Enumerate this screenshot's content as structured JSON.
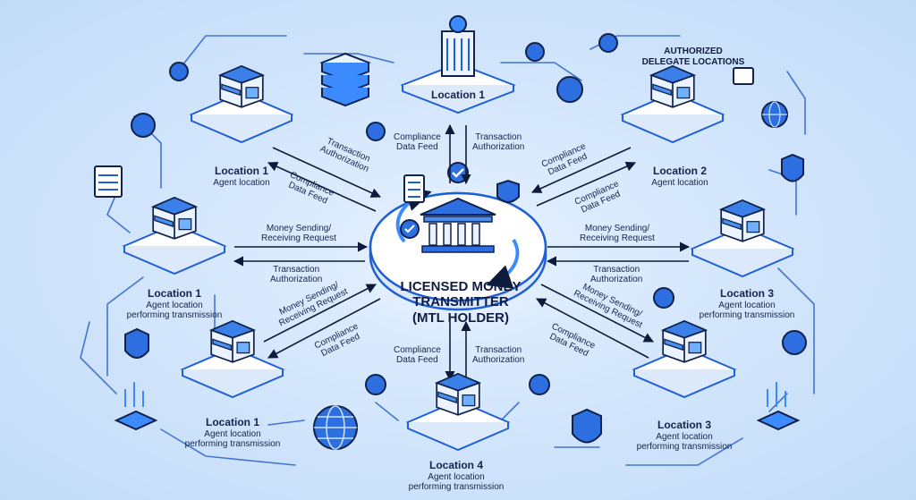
{
  "colors": {
    "primary": "#1f5fd6",
    "accent": "#3b8bff",
    "platform": "#ffffff",
    "line": "#0d1b3a",
    "bg": "#cfe3fb"
  },
  "center": {
    "line1": "LICENSED MONEY",
    "line2": "TRANSMITTER",
    "line3": "(MTL HOLDER)",
    "icon": "bank-building-icon"
  },
  "header": {
    "line1": "AUTHORIZED",
    "line2": "DELEGATE LOCATIONS"
  },
  "locations": [
    {
      "name": "Location 1",
      "desc1": "",
      "desc2": ""
    },
    {
      "name": "Location 1",
      "desc1": "Agent location",
      "desc2": ""
    },
    {
      "name": "Location 2",
      "desc1": "Agent location",
      "desc2": ""
    },
    {
      "name": "Location 1",
      "desc1": "Agent location",
      "desc2": "performing transmission"
    },
    {
      "name": "Location 3",
      "desc1": "Agent location",
      "desc2": "performing transmission"
    },
    {
      "name": "Location 1",
      "desc1": "Agent location",
      "desc2": "performing transmission"
    },
    {
      "name": "Location 3",
      "desc1": "Agent location",
      "desc2": "performing transmission"
    },
    {
      "name": "Location 4",
      "desc1": "Agent location",
      "desc2": "performing transmission"
    }
  ],
  "flows": {
    "top_left_transaction": "Transaction\nAuthorization",
    "top_left_compliance": "Compliance\nData Feed",
    "top_compliance": "Compliance\nData Feed",
    "top_transaction": "Transaction\nAuthorization",
    "top_right_compliance_a": "Compliance\nData Feed",
    "top_right_compliance_b": "Compliance\nData Feed",
    "left_money": "Money Sending/\nReceiving Request",
    "left_transaction": "Transaction\nAuthorization",
    "right_money": "Money Sending/\nReceiving Request",
    "right_transaction": "Transaction\nAuthorization",
    "bottom_left_money": "Money Sending/\nReceiving Request",
    "bottom_left_compliance": "Compliance\nData Feed",
    "bottom_right_money": "Money Sending/\nReceiving Request",
    "bottom_right_compliance": "Compliance\nData Feed",
    "bottom_compliance": "Compliance\nData Feed",
    "bottom_transaction": "Transaction\nAuthorization"
  },
  "icons": [
    "server-icon",
    "coin-icon",
    "shield-icon",
    "globe-icon",
    "document-icon",
    "checklist-icon",
    "hologram-pad-icon"
  ]
}
